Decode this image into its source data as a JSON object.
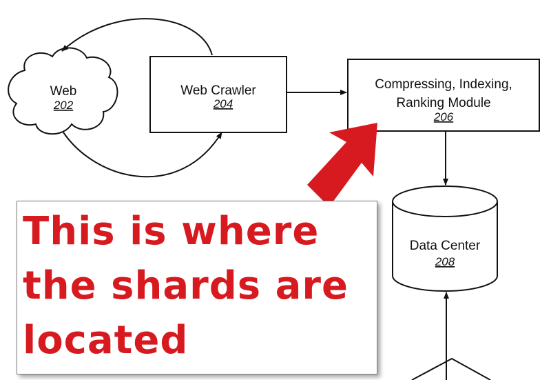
{
  "nodes": {
    "web": {
      "label": "Web",
      "ref": "202"
    },
    "crawler": {
      "label": "Web Crawler",
      "ref": "204"
    },
    "module": {
      "label_line1": "Compressing, Indexing,",
      "label_line2": "Ranking Module",
      "ref": "206"
    },
    "datacenter": {
      "label": "Data Center",
      "ref": "208"
    }
  },
  "callout": {
    "text": "This is where\nthe shards are\nlocated",
    "color": "#d71920"
  },
  "colors": {
    "arrow": "#d71920",
    "lines": "#111111"
  }
}
